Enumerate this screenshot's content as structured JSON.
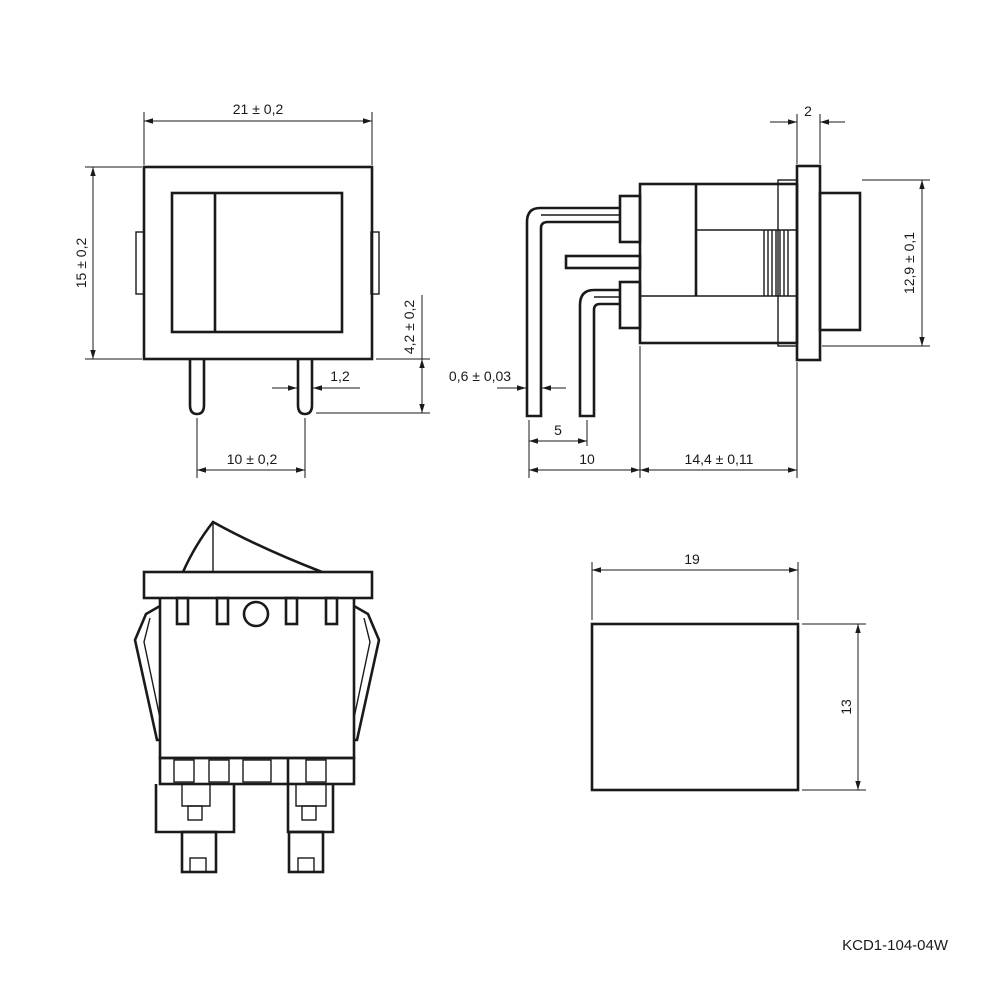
{
  "part_number": "KCD1-104-04W",
  "front_view": {
    "width_dim": "21 ± 0,2",
    "height_dim": "15 ± 0,2",
    "pin_length_dim": "4,2 ± 0,2",
    "pin_width_dim": "1,2",
    "pin_spacing_dim": "10 ± 0,2"
  },
  "side_view": {
    "flange_dim": "2",
    "height_dim": "12,9 ± 0,1",
    "pin_thickness_dim": "0,6 ± 0,03",
    "pin_offset_dim": "5",
    "pin_span_dim": "10",
    "body_length_dim": "14,4 ± 0,11"
  },
  "panel_cutout": {
    "width_dim": "19",
    "height_dim": "13"
  }
}
